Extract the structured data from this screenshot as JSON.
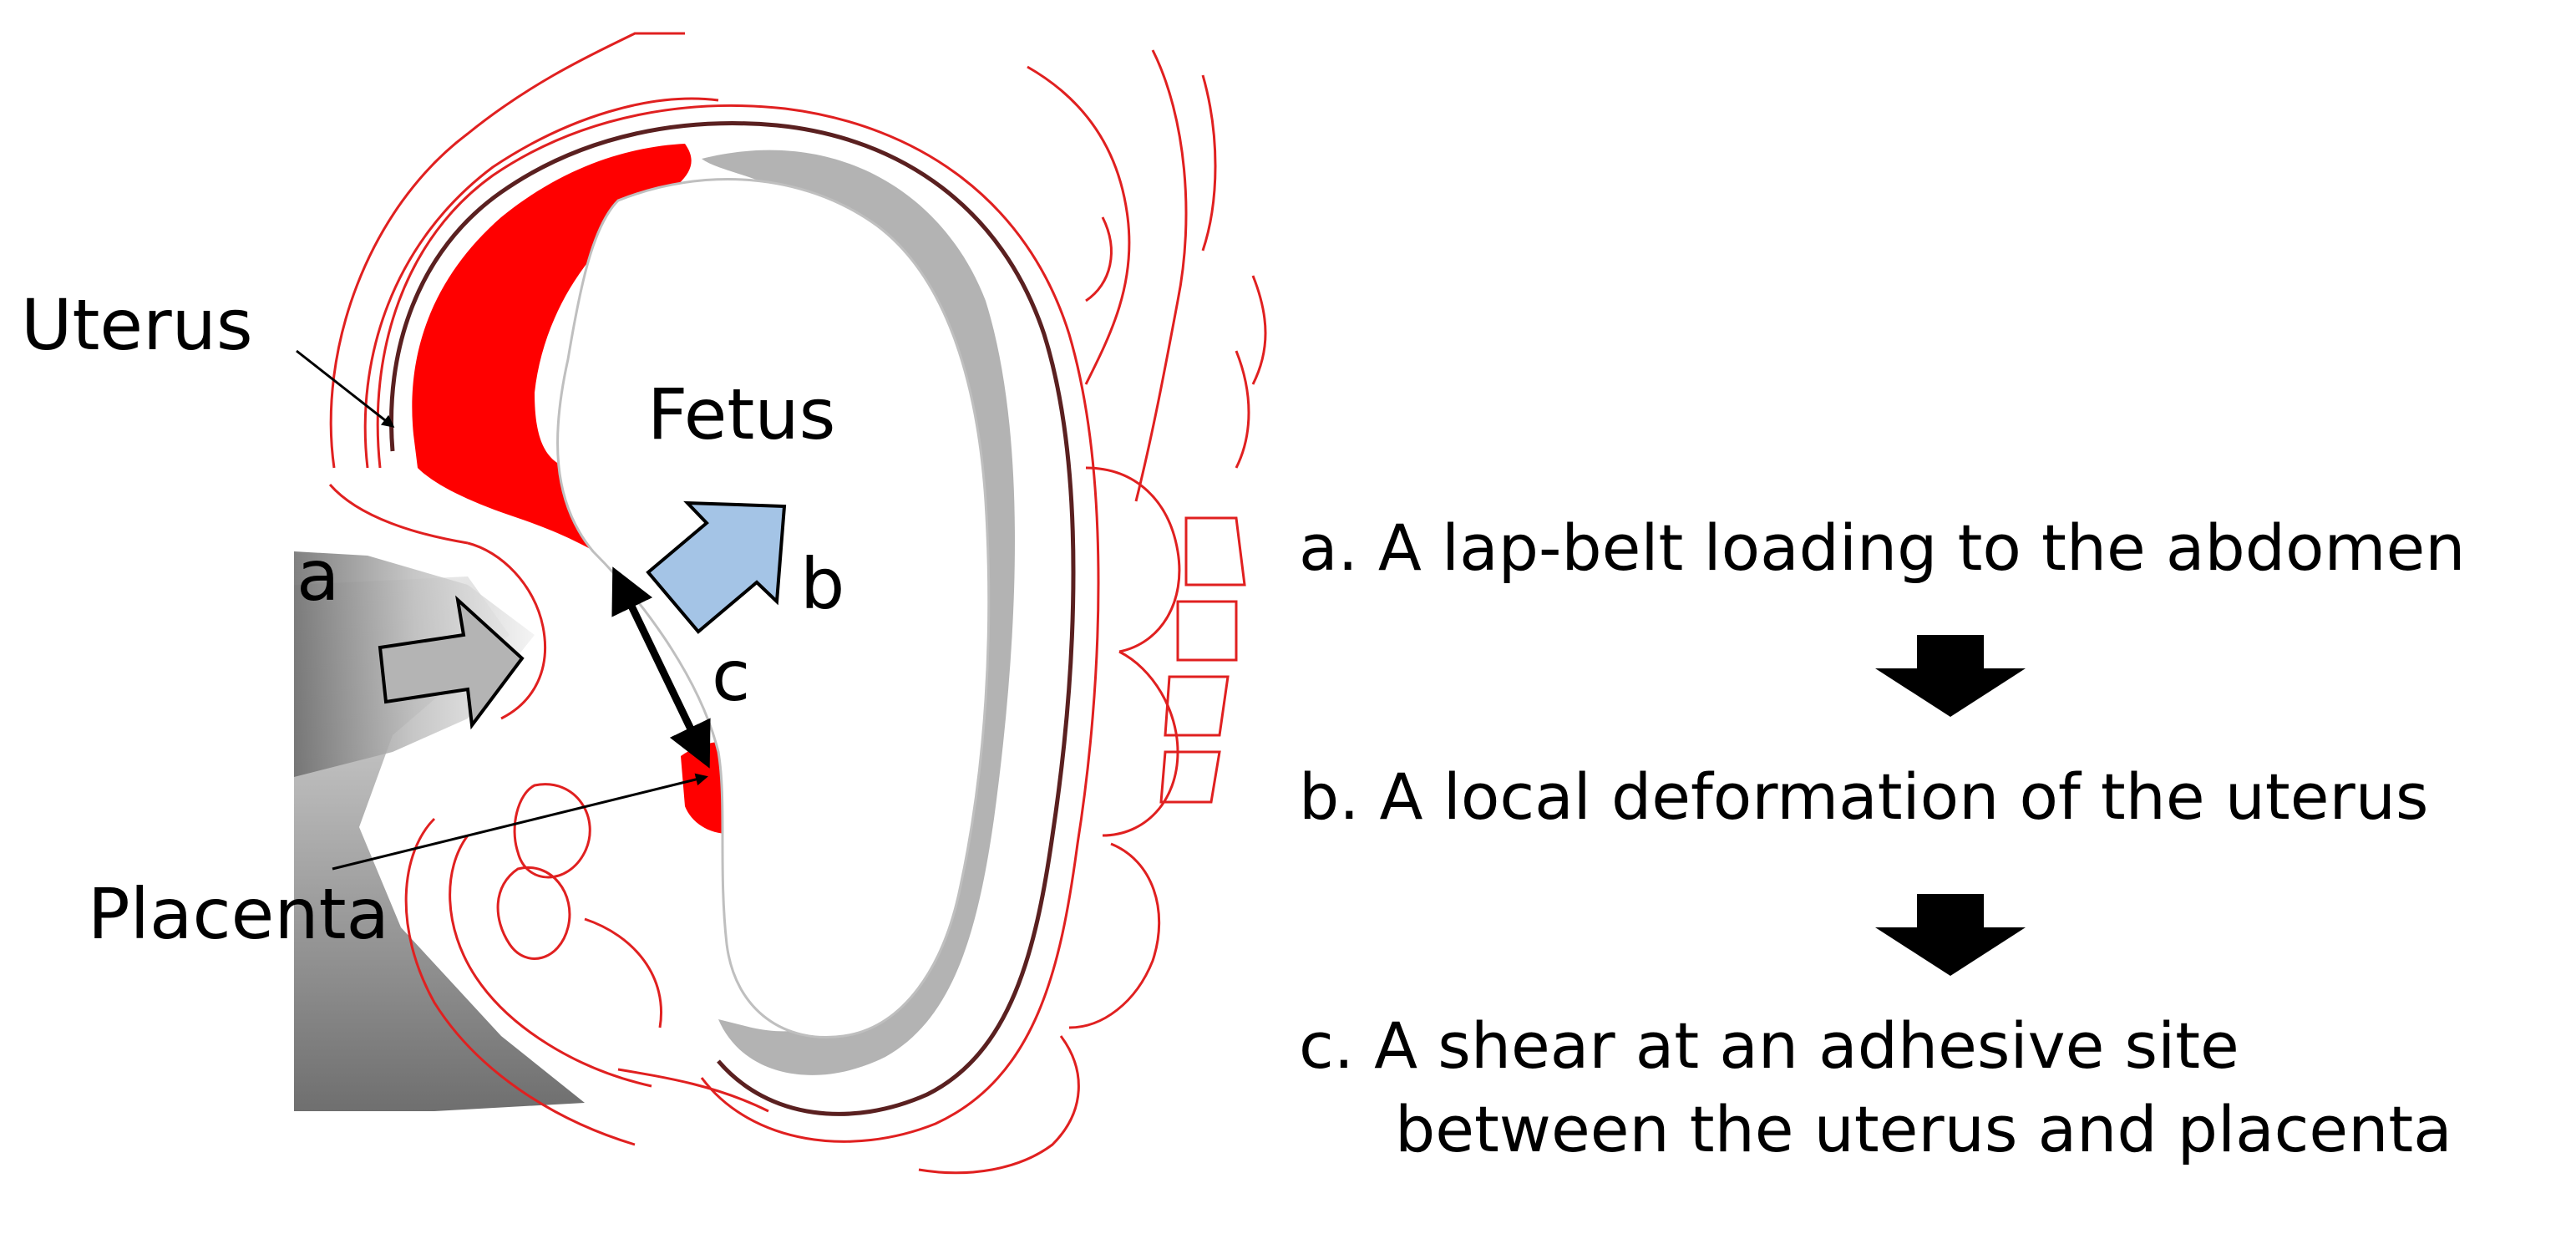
{
  "labels": {
    "uterus": "Uterus",
    "fetus": "Fetus",
    "placenta": "Placenta",
    "a": "a",
    "b": "b",
    "c": "c"
  },
  "steps": [
    "a. A lap-belt loading to the abdomen",
    "b. A local deformation of the uterus",
    "c. A shear at an adhesive site",
    "between the uterus and placenta"
  ],
  "colors": {
    "uterus_red": "#ff0000",
    "outline_red": "#e02020",
    "belt_arrow_gray": "#b4b4b4",
    "deform_arrow_blue": "#a4c4e6",
    "tissue_gray": "#8c8c8c"
  }
}
